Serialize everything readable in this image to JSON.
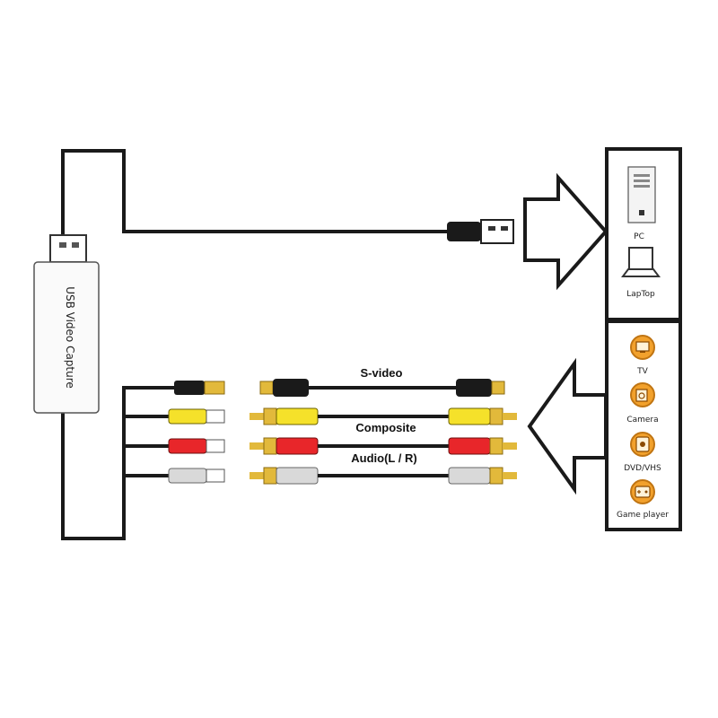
{
  "device": {
    "label": "USB Video Capture"
  },
  "output_devices": [
    {
      "label": "PC",
      "icon": "pc-tower-icon"
    },
    {
      "label": "LapTop",
      "icon": "laptop-icon"
    }
  ],
  "input_devices": [
    {
      "label": "TV",
      "icon": "tv-icon"
    },
    {
      "label": "Camera",
      "icon": "camera-icon"
    },
    {
      "label": "DVD/VHS",
      "icon": "dvd-vhs-icon"
    },
    {
      "label": "Game player",
      "icon": "game-player-icon"
    }
  ],
  "cables": [
    {
      "label": "S-video",
      "color": "#1a1a1a"
    },
    {
      "label": "Composite",
      "color": "#f5e12a"
    },
    {
      "label": "Audio(L / R)",
      "color": "#e8262a"
    },
    {
      "label": "",
      "color": "#d9d9d9"
    }
  ],
  "colors": {
    "line": "#1a1a1a",
    "icon_orange": "#f2a12c",
    "plug_gold": "#e2b93b"
  }
}
